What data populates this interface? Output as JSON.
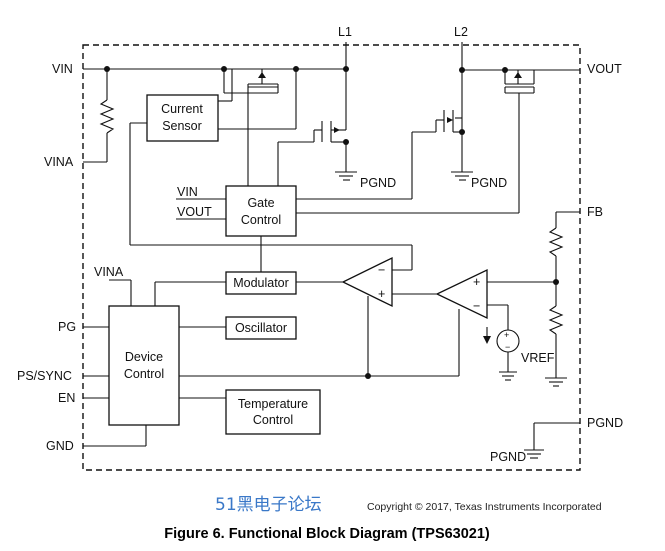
{
  "pins": {
    "vin": "VIN",
    "vina": "VINA",
    "vina_inner": "VINA",
    "pg": "PG",
    "ps_sync": "PS/SYNC",
    "en": "EN",
    "gnd": "GND",
    "vout": "VOUT",
    "fb": "FB",
    "pgnd": "PGND",
    "l1": "L1",
    "l2": "L2"
  },
  "inner_labels": {
    "gate_vin": "VIN",
    "gate_vout": "VOUT",
    "pgnd_1": "PGND",
    "pgnd_2": "PGND",
    "pgnd_3": "PGND",
    "vref": "VREF",
    "plus": "+",
    "minus": "−"
  },
  "blocks": {
    "current_sensor": [
      "Current",
      "Sensor"
    ],
    "gate_control": [
      "Gate",
      "Control"
    ],
    "modulator": "Modulator",
    "oscillator": "Oscillator",
    "device_control": [
      "Device",
      "Control"
    ],
    "temperature_control": [
      "Temperature",
      "Control"
    ]
  },
  "watermark": "51黑电子论坛",
  "copyright": "Copyright © 2017, Texas Instruments Incorporated",
  "caption": "Figure 6.  Functional Block Diagram (TPS63021)"
}
